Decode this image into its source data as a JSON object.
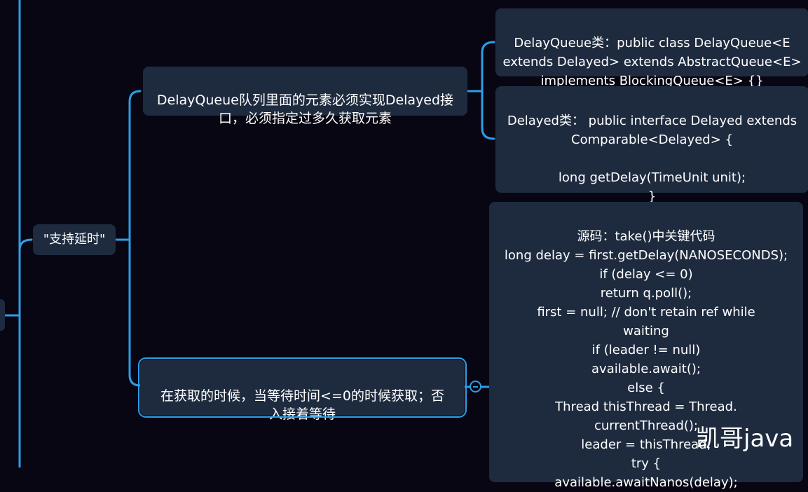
{
  "mindmap": {
    "support_delay": "\"支持延时\"",
    "delay_queue_requirement": "DelayQueue队列里面的元素必须实现Delayed接\n口，必须指定过多久获取元素",
    "delayqueue_class": "DelayQueue类：public class DelayQueue<E\nextends Delayed> extends AbstractQueue<E>\nimplements BlockingQueue<E> {}",
    "delayed_class": "Delayed类：  public interface Delayed extends\nComparable<Delayed> {\n\nlong getDelay(TimeUnit unit);\n}",
    "take_when_expired": "在获取的时候，当等待时间<=0的时候获取；否\n入接着等待",
    "source_code": "源码：take()中关键代码\nlong delay = first.getDelay(NANOSECONDS);\n            if (delay <= 0)\n              return q.poll();\n           first = null; // don't retain ref while\nwaiting\n            if (leader != null)\n              available.await();\n            else {\n            Thread thisThread = Thread.\ncurrentThread();\n              leader = thisThread;\n                try {\navailable.awaitNanos(delay);"
  },
  "watermark": "凯哥java",
  "colors": {
    "background": "#080613",
    "node": "#1e2b3f",
    "connector": "#2d9ee8"
  }
}
